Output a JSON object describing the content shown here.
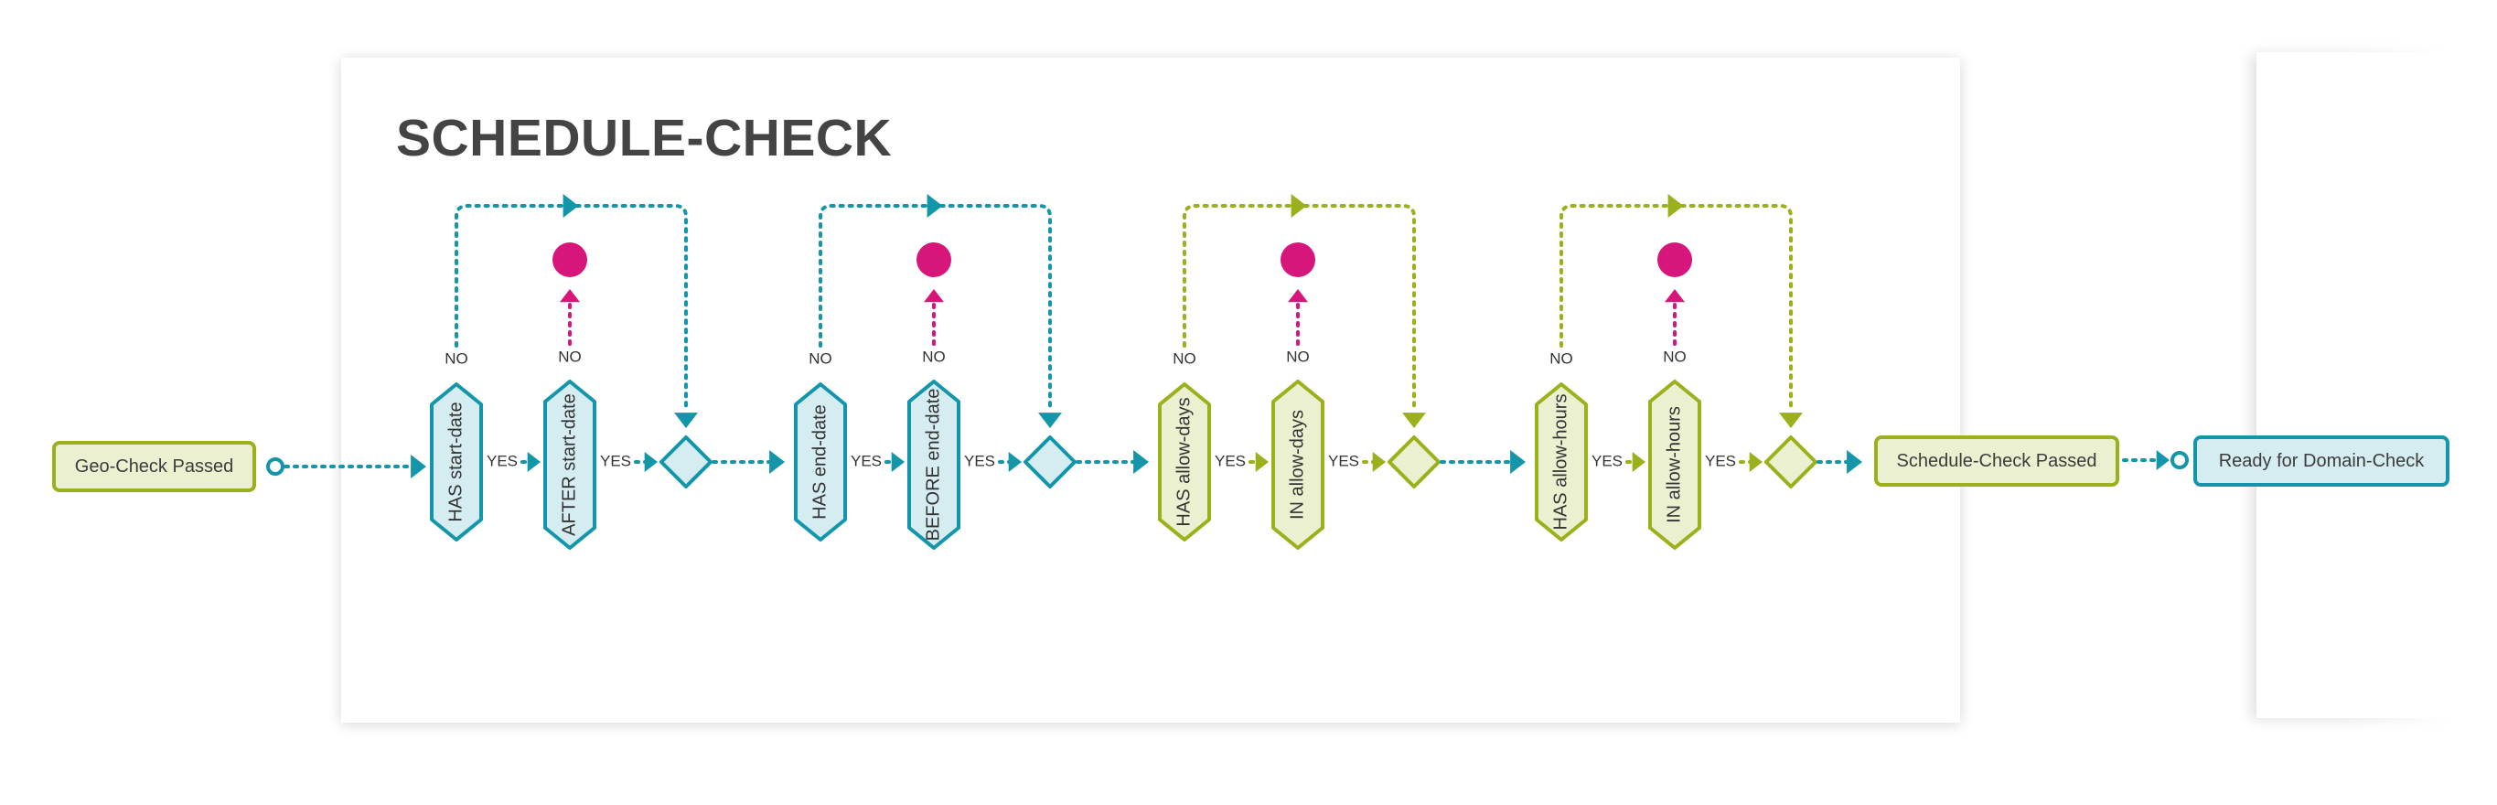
{
  "title": "SCHEDULE-CHECK",
  "start_box": "Geo-Check Passed",
  "end_box": "Schedule-Check Passed",
  "next_box": "Ready for Domain-Check",
  "yes_label": "YES",
  "no_label": "NO",
  "colors": {
    "teal": "#1396a9",
    "teal_fill": "#d5ecf1",
    "green": "#9bb01a",
    "green_fill": "#eaf0d0",
    "magenta": "#d6167a",
    "text": "#444444"
  },
  "groups": [
    {
      "color": "teal",
      "has": "HAS start-date",
      "check": "AFTER start-date"
    },
    {
      "color": "teal",
      "has": "HAS end-date",
      "check": "BEFORE end-date"
    },
    {
      "color": "green",
      "has": "HAS allow-days",
      "check": "IN allow-days"
    },
    {
      "color": "green",
      "has": "HAS allow-hours",
      "check": "IN allow-hours"
    }
  ]
}
